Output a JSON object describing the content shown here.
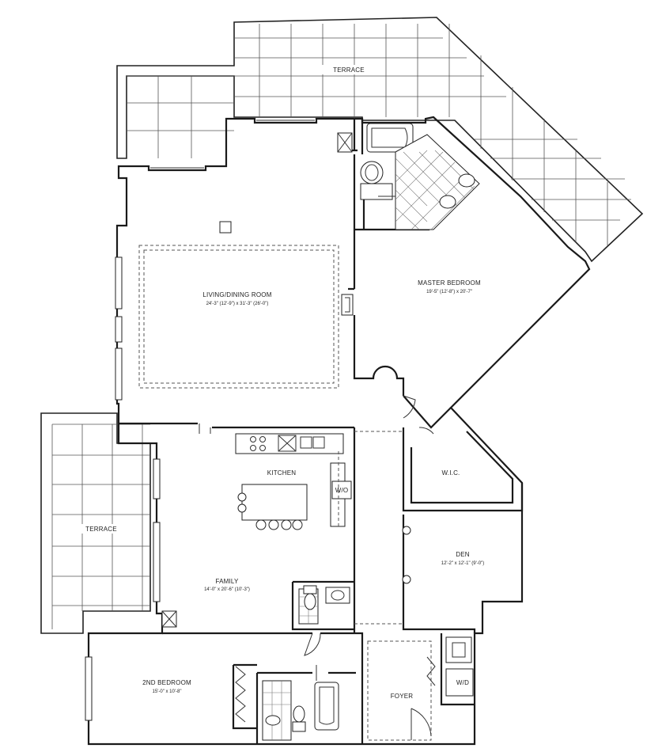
{
  "rooms": {
    "terrace_top": {
      "name": "TERRACE"
    },
    "terrace_left": {
      "name": "TERRACE"
    },
    "living": {
      "name": "LIVING/DINING ROOM",
      "dims": "24'-3\" (12'-9\") x 31'-3\" (26'-0\")"
    },
    "master": {
      "name": "MASTER BEDROOM",
      "dims": "19'-5\" (12'-8\") x 20'-7\""
    },
    "kitchen": {
      "name": "KITCHEN"
    },
    "wo": {
      "name": "W/O"
    },
    "wic": {
      "name": "W.I.C."
    },
    "den": {
      "name": "DEN",
      "dims": "12'-2\" x 12'-1\" (9'-0\")"
    },
    "family": {
      "name": "FAMILY",
      "dims": "14'-0\" x 20'-6\" (10'-3\")"
    },
    "bedroom2": {
      "name": "2ND BEDROOM",
      "dims": "15'-0\" x 10'-8\""
    },
    "foyer": {
      "name": "FOYER"
    },
    "wd": {
      "name": "W/D"
    }
  }
}
